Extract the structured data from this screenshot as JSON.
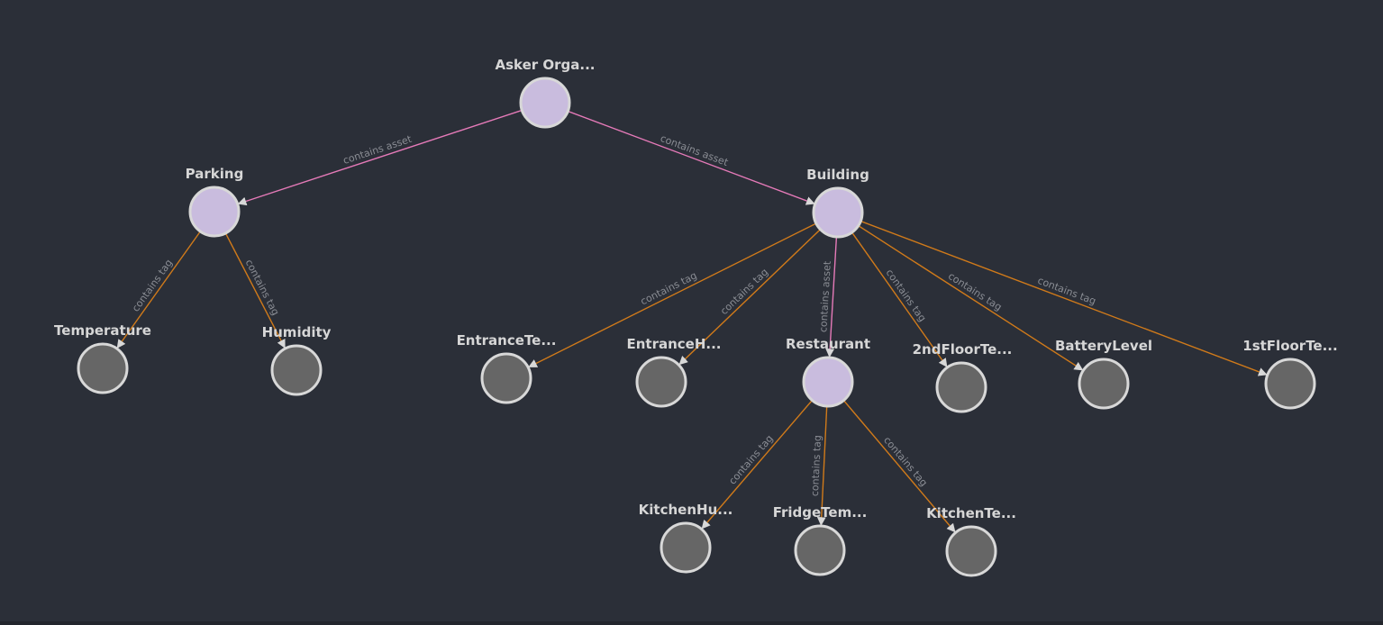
{
  "colors": {
    "background": "#2b2f38",
    "asset_fill": "#c9bcde",
    "tag_fill": "#666666",
    "node_stroke": "#d8d8d8",
    "asset_edge": "#e57ab8",
    "tag_edge": "#d07a1a",
    "edge_label": "#8a8d94",
    "node_label": "#d6d6d6"
  },
  "nodes": [
    {
      "id": "asker",
      "label": "Asker Orga...",
      "kind": "asset"
    },
    {
      "id": "parking",
      "label": "Parking",
      "kind": "asset"
    },
    {
      "id": "building",
      "label": "Building",
      "kind": "asset"
    },
    {
      "id": "temperature",
      "label": "Temperature",
      "kind": "tag"
    },
    {
      "id": "humidity",
      "label": "Humidity",
      "kind": "tag"
    },
    {
      "id": "entrance_te",
      "label": "EntranceTe...",
      "kind": "tag"
    },
    {
      "id": "entrance_h",
      "label": "EntranceH...",
      "kind": "tag"
    },
    {
      "id": "restaurant",
      "label": "Restaurant",
      "kind": "asset"
    },
    {
      "id": "floor2",
      "label": "2ndFloorTe...",
      "kind": "tag"
    },
    {
      "id": "battery",
      "label": "BatteryLevel",
      "kind": "tag"
    },
    {
      "id": "floor1",
      "label": "1stFloorTe...",
      "kind": "tag"
    },
    {
      "id": "kitchen_hu",
      "label": "KitchenHu...",
      "kind": "tag"
    },
    {
      "id": "fridge",
      "label": "FridgeTem...",
      "kind": "tag"
    },
    {
      "id": "kitchen_te",
      "label": "KitchenTe...",
      "kind": "tag"
    }
  ],
  "edges": [
    {
      "from": "asker",
      "to": "parking",
      "label": "contains asset",
      "kind": "asset"
    },
    {
      "from": "asker",
      "to": "building",
      "label": "contains asset",
      "kind": "asset"
    },
    {
      "from": "parking",
      "to": "temperature",
      "label": "contains tag",
      "kind": "tag"
    },
    {
      "from": "parking",
      "to": "humidity",
      "label": "contains tag",
      "kind": "tag"
    },
    {
      "from": "building",
      "to": "entrance_te",
      "label": "contains tag",
      "kind": "tag"
    },
    {
      "from": "building",
      "to": "entrance_h",
      "label": "contains tag",
      "kind": "tag"
    },
    {
      "from": "building",
      "to": "restaurant",
      "label": "contains asset",
      "kind": "asset"
    },
    {
      "from": "building",
      "to": "floor2",
      "label": "contains tag",
      "kind": "tag"
    },
    {
      "from": "building",
      "to": "battery",
      "label": "contains tag",
      "kind": "tag"
    },
    {
      "from": "building",
      "to": "floor1",
      "label": "contains tag",
      "kind": "tag"
    },
    {
      "from": "restaurant",
      "to": "kitchen_hu",
      "label": "contains tag",
      "kind": "tag"
    },
    {
      "from": "restaurant",
      "to": "fridge",
      "label": "contains tag",
      "kind": "tag"
    },
    {
      "from": "restaurant",
      "to": "kitchen_te",
      "label": "contains tag",
      "kind": "tag"
    }
  ]
}
